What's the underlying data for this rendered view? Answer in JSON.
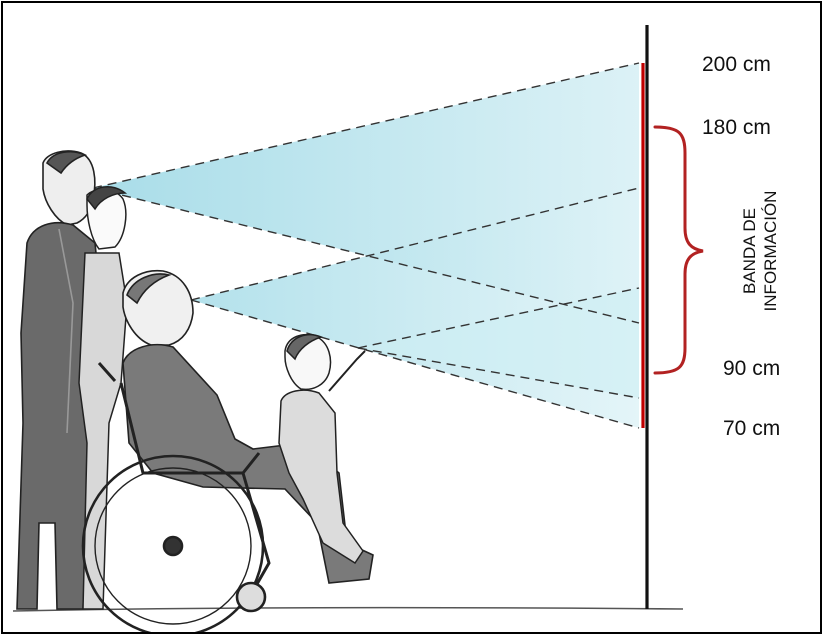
{
  "diagram": {
    "height_markers": [
      {
        "label": "200 cm"
      },
      {
        "label": "180 cm"
      },
      {
        "label": "90 cm"
      },
      {
        "label": "70 cm"
      }
    ],
    "band": {
      "line1": "BANDA DE",
      "line2": "INFORMACIÓN"
    },
    "figures": [
      "standing-adult-man",
      "standing-adult-woman",
      "seated-man-in-wheelchair",
      "standing-child-pointing"
    ],
    "colors": {
      "sight_cone": "#bfe6ee",
      "band_highlight": "#c00000",
      "wall": "#111111",
      "brace": "#b22222"
    }
  }
}
